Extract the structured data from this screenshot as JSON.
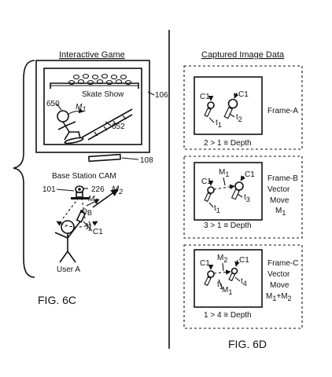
{
  "left_panel": {
    "heading": "Interactive Game",
    "screen_title": "Skate Show",
    "display_ref": "106",
    "camera_ref": "108",
    "base_station_label": "Base Station CAM",
    "ref_650": "650",
    "ref_652": "652",
    "ref_101": "101",
    "ref_226": "226",
    "motion_m1": "M",
    "motion_m1_sub": "1",
    "motion_m2": "M",
    "motion_m2_sub": "2",
    "theta": "Θ",
    "theta_sub": "B",
    "controller_label": "C1",
    "user_label": "User A",
    "figure_label": "FIG. 6C"
  },
  "right_panel": {
    "heading": "Captured Image Data",
    "figure_label": "FIG. 6D",
    "frames": [
      {
        "name": "Frame-A",
        "depth_text": "2 > 1 ≡ Depth",
        "labels": {
          "c1_left": "C1",
          "c1_right": "C1",
          "t_a": "t",
          "t_a_sub": "1",
          "t_b": "t",
          "t_b_sub": "2"
        },
        "vector_text": []
      },
      {
        "name": "Frame-B",
        "depth_text": "3 > 1 ≡ Depth",
        "labels": {
          "c1_left": "C1",
          "c1_right": "C1",
          "m": "M",
          "m_sub": "1",
          "t_a": "t",
          "t_a_sub": "1",
          "t_b": "t",
          "t_b_sub": "3"
        },
        "vector_text": [
          "Vector",
          "Move",
          "M",
          "1"
        ]
      },
      {
        "name": "Frame-C",
        "depth_text": "1 > 4 ≡ Depth",
        "labels": {
          "c1_left": "C1",
          "c1_right": "C1",
          "m_top": "M",
          "m_top_sub": "2",
          "m_bottom": "M",
          "m_bottom_sub": "1",
          "t_a": "t",
          "t_a_sub": "1",
          "t_b": "t",
          "t_b_sub": "4"
        },
        "vector_text": [
          "Vector",
          "Move",
          "M",
          "1",
          "+M",
          "2"
        ]
      }
    ]
  }
}
